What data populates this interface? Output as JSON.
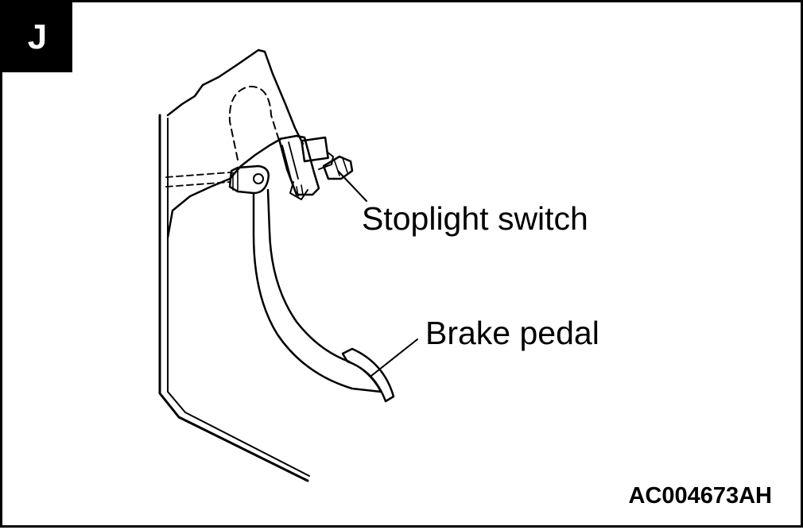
{
  "view_badge": "J",
  "labels": {
    "stoplight_switch": "Stoplight switch",
    "brake_pedal": "Brake pedal"
  },
  "figure_code": "AC004673AH",
  "colors": {
    "line": "#000000",
    "background": "#ffffff"
  }
}
